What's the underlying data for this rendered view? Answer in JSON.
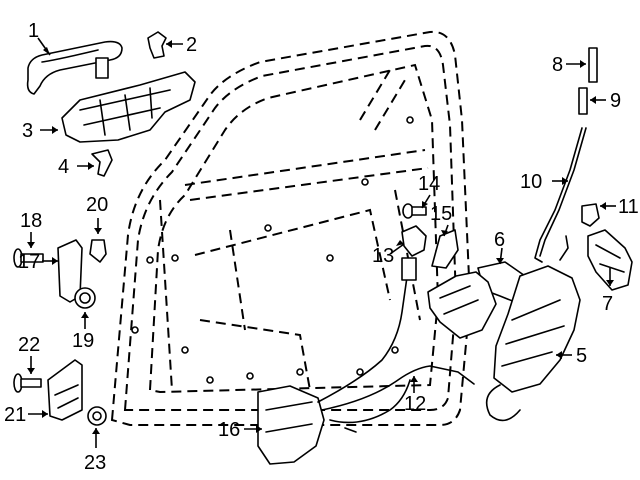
{
  "diagram": {
    "callouts": [
      {
        "id": "1",
        "name": "callout-1"
      },
      {
        "id": "2",
        "name": "callout-2"
      },
      {
        "id": "3",
        "name": "callout-3"
      },
      {
        "id": "4",
        "name": "callout-4"
      },
      {
        "id": "5",
        "name": "callout-5"
      },
      {
        "id": "6",
        "name": "callout-6"
      },
      {
        "id": "7",
        "name": "callout-7"
      },
      {
        "id": "8",
        "name": "callout-8"
      },
      {
        "id": "9",
        "name": "callout-9"
      },
      {
        "id": "10",
        "name": "callout-10"
      },
      {
        "id": "11",
        "name": "callout-11"
      },
      {
        "id": "12",
        "name": "callout-12"
      },
      {
        "id": "13",
        "name": "callout-13"
      },
      {
        "id": "14",
        "name": "callout-14"
      },
      {
        "id": "15",
        "name": "callout-15"
      },
      {
        "id": "16",
        "name": "callout-16"
      },
      {
        "id": "17",
        "name": "callout-17"
      },
      {
        "id": "18",
        "name": "callout-18"
      },
      {
        "id": "19",
        "name": "callout-19"
      },
      {
        "id": "20",
        "name": "callout-20"
      },
      {
        "id": "21",
        "name": "callout-21"
      },
      {
        "id": "22",
        "name": "callout-22"
      },
      {
        "id": "23",
        "name": "callout-23"
      }
    ]
  }
}
